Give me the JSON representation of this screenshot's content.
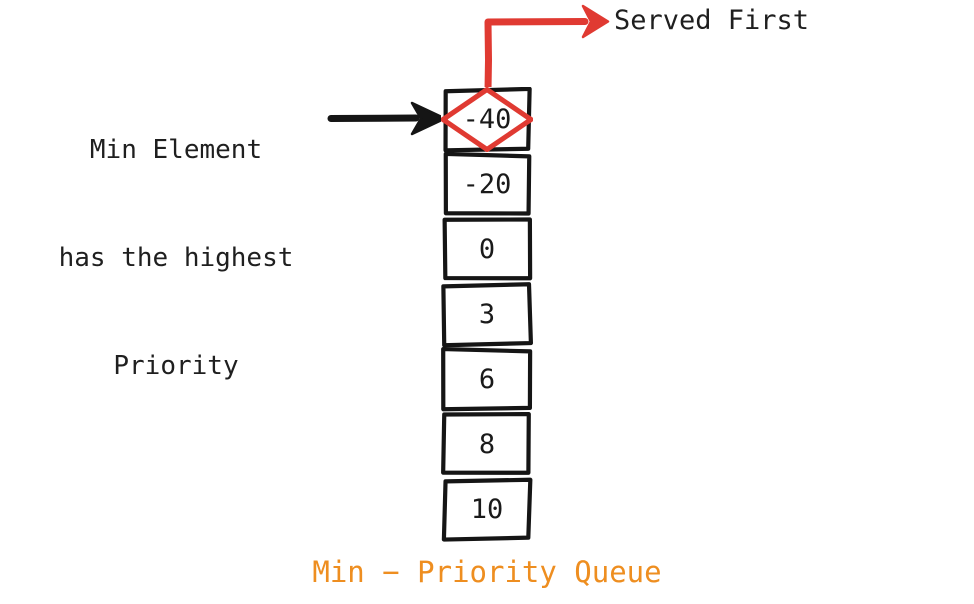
{
  "diagram": {
    "title_caption": "Min − Priority Queue",
    "caption_color": "#ee8e20",
    "background": "#ffffff",
    "annotations": {
      "left_note": {
        "line1": "Min Element",
        "line2": "has the highest",
        "line3": "Priority",
        "arrow": "black-arrow-right",
        "color": "#1f1f1f"
      },
      "top_note": {
        "text": "Served First",
        "arrow": "red-elbow-arrow-right",
        "color": "#1f1f1f",
        "accent_color": "#e03a32"
      }
    },
    "queue": {
      "name": "min-priority-queue",
      "highlight_color": "#e03a32",
      "highlight_shape": "diamond",
      "cells": [
        {
          "value": "-40",
          "highlighted": true
        },
        {
          "value": "-20",
          "highlighted": false
        },
        {
          "value": "0",
          "highlighted": false
        },
        {
          "value": "3",
          "highlighted": false
        },
        {
          "value": "6",
          "highlighted": false
        },
        {
          "value": "8",
          "highlighted": false
        },
        {
          "value": "10",
          "highlighted": false
        }
      ]
    }
  }
}
